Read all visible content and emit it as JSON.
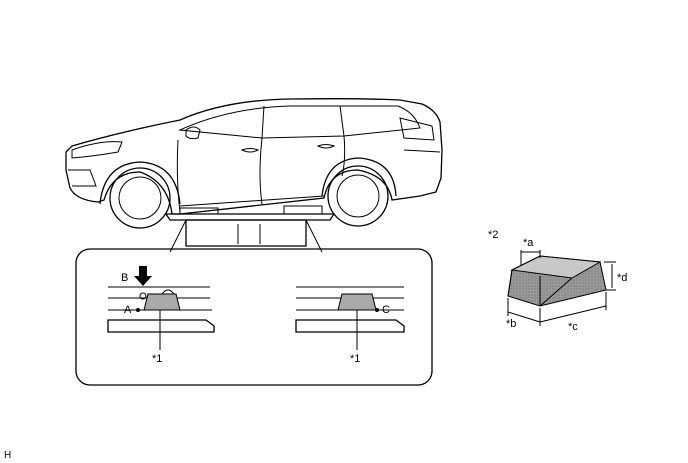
{
  "labels": {
    "point_b": "B",
    "point_a": "A",
    "point_c": "C",
    "callout_1_left": "*1",
    "callout_1_right": "*1",
    "callout_2": "*2",
    "dim_a": "*a",
    "dim_b": "*b",
    "dim_c": "*c",
    "dim_d": "*d",
    "corner_code": "H"
  },
  "colors": {
    "block_fill": "#a9a9a9",
    "line": "#000000",
    "background": "#ffffff"
  }
}
